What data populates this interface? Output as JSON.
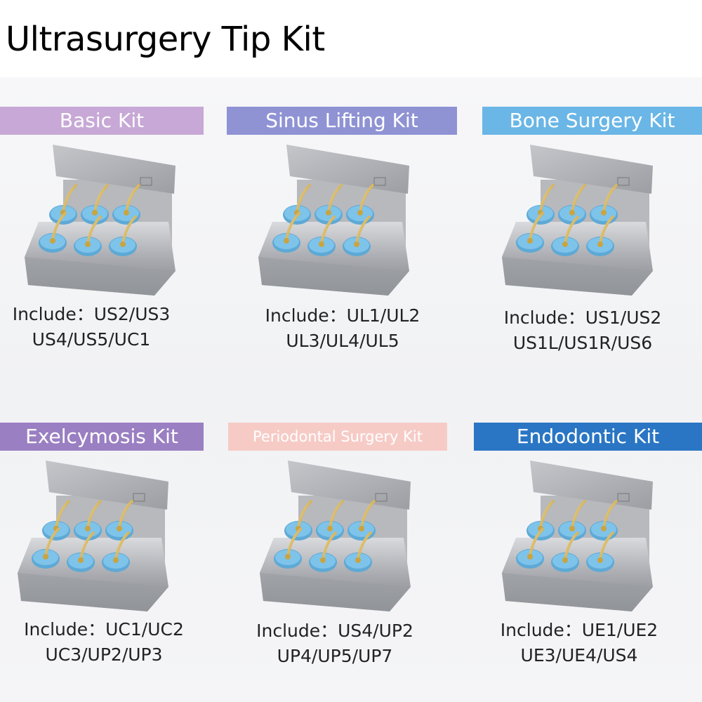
{
  "title": "Ultrasurgery Tip Kit",
  "kits": [
    {
      "name": "Basic Kit",
      "color": "#c7a8d6",
      "line1": "Include：US2/US3",
      "line2": "US4/US5/UC1"
    },
    {
      "name": "Sinus Lifting Kit",
      "color": "#8f93d4",
      "line1": "Include：UL1/UL2",
      "line2": "UL3/UL4/UL5"
    },
    {
      "name": "Bone Surgery Kit",
      "color": "#6ab6e6",
      "line1": "Include：US1/US2",
      "line2": "US1L/US1R/US6"
    },
    {
      "name": "Exelcymosis Kit",
      "color": "#9a7fc2",
      "line1": "Include：UC1/UC2",
      "line2": "UC3/UP2/UP3"
    },
    {
      "name": "Periodontal Surgery Kit",
      "color": "#f6cbc6",
      "line1": "Include：US4/UP2",
      "line2": "UP4/UP5/UP7"
    },
    {
      "name": "Endodontic Kit",
      "color": "#2a76c4",
      "line1": "Include：UE1/UE2",
      "line2": "UE3/UE4/US4"
    }
  ]
}
